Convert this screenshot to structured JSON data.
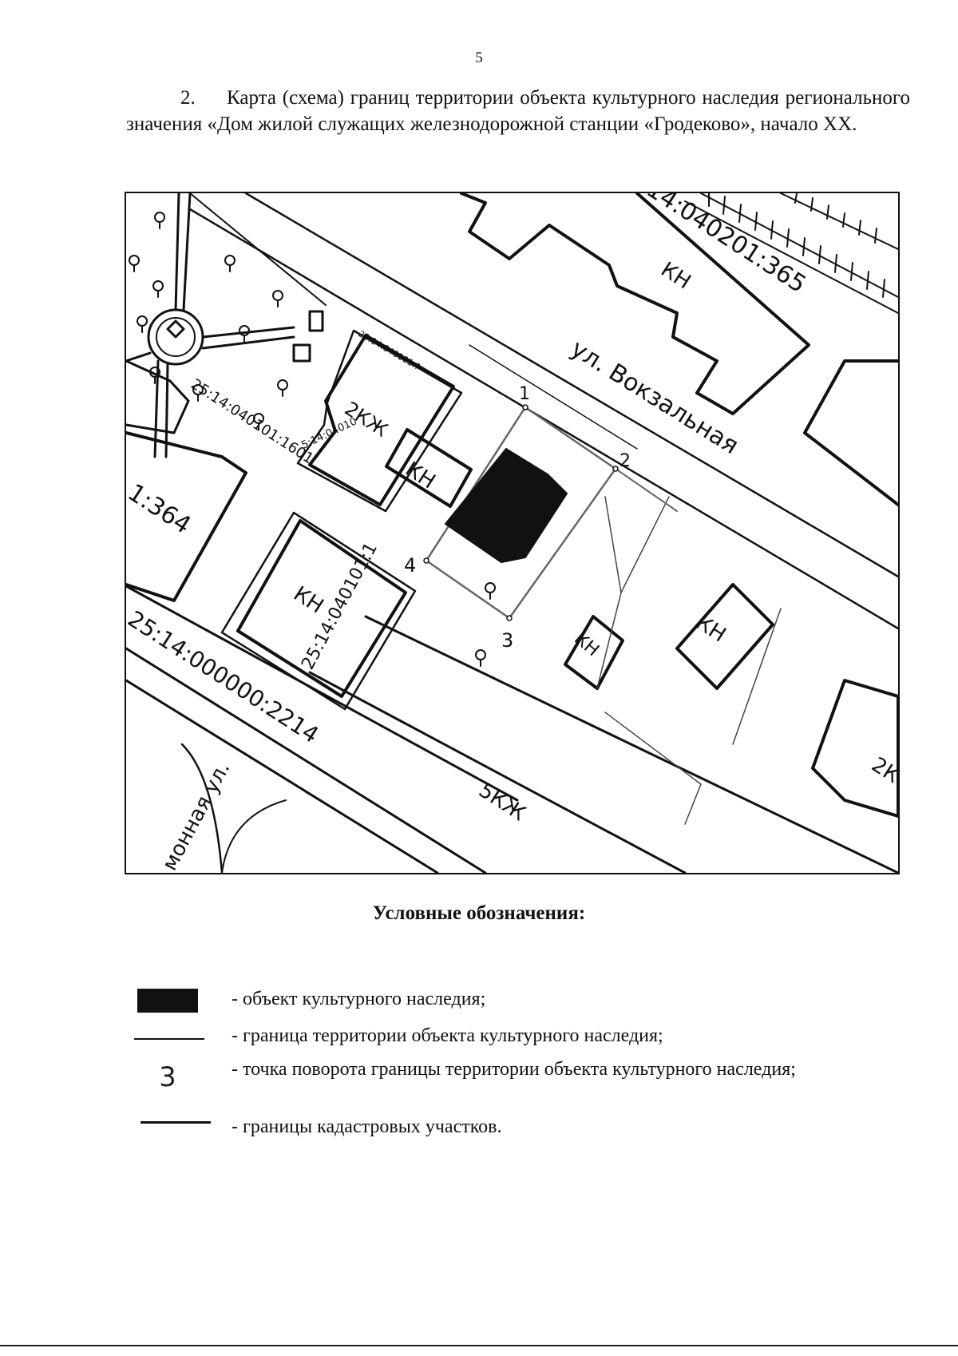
{
  "page": {
    "number": "5"
  },
  "heading": {
    "text": "2.     Карта (схема) границ территории объекта культурного наследия регионального значения «Дом жилой служащих железнодорожной станции «Гродеково», начало XX."
  },
  "map": {
    "street_vokzalnaya": "ул. Вокзальная",
    "street_bottom": "монная ул.",
    "parcels": {
      "p365": "14:040201:365",
      "p1601": "25:14:040101:1601",
      "p364": "1:364",
      "p040101_1": "25:14:040101:1",
      "p2214": "25:14:000000:2214",
      "p_small_a": "25:14:040101:?",
      "p_small_b": "5:14:04010"
    },
    "zones": {
      "kn_top": "КН",
      "kn_mid": "КН",
      "kn_left": "КН",
      "kn_small": "КН",
      "kn_right": "КН",
      "kzh2_left": "2КЖ",
      "kzh5": "5КЖ",
      "kzh2_right": "2К"
    },
    "turning_points": [
      "1",
      "2",
      "3",
      "4"
    ],
    "colors": {
      "heritage_object": "#111111",
      "line": "#111111",
      "boundary": "#666666"
    }
  },
  "legend": {
    "title": "Условные обозначения:",
    "items": [
      {
        "symbol": "black-rectangle",
        "text": "- объект культурного наследия;"
      },
      {
        "symbol": "thin-line",
        "text": "- граница территории объекта культурного наследия;"
      },
      {
        "symbol": "number",
        "number": "3",
        "text": "- точка поворота границы территории объекта культурного наследия;"
      },
      {
        "symbol": "thick-line",
        "text": "- границы кадастровых участков."
      }
    ]
  }
}
